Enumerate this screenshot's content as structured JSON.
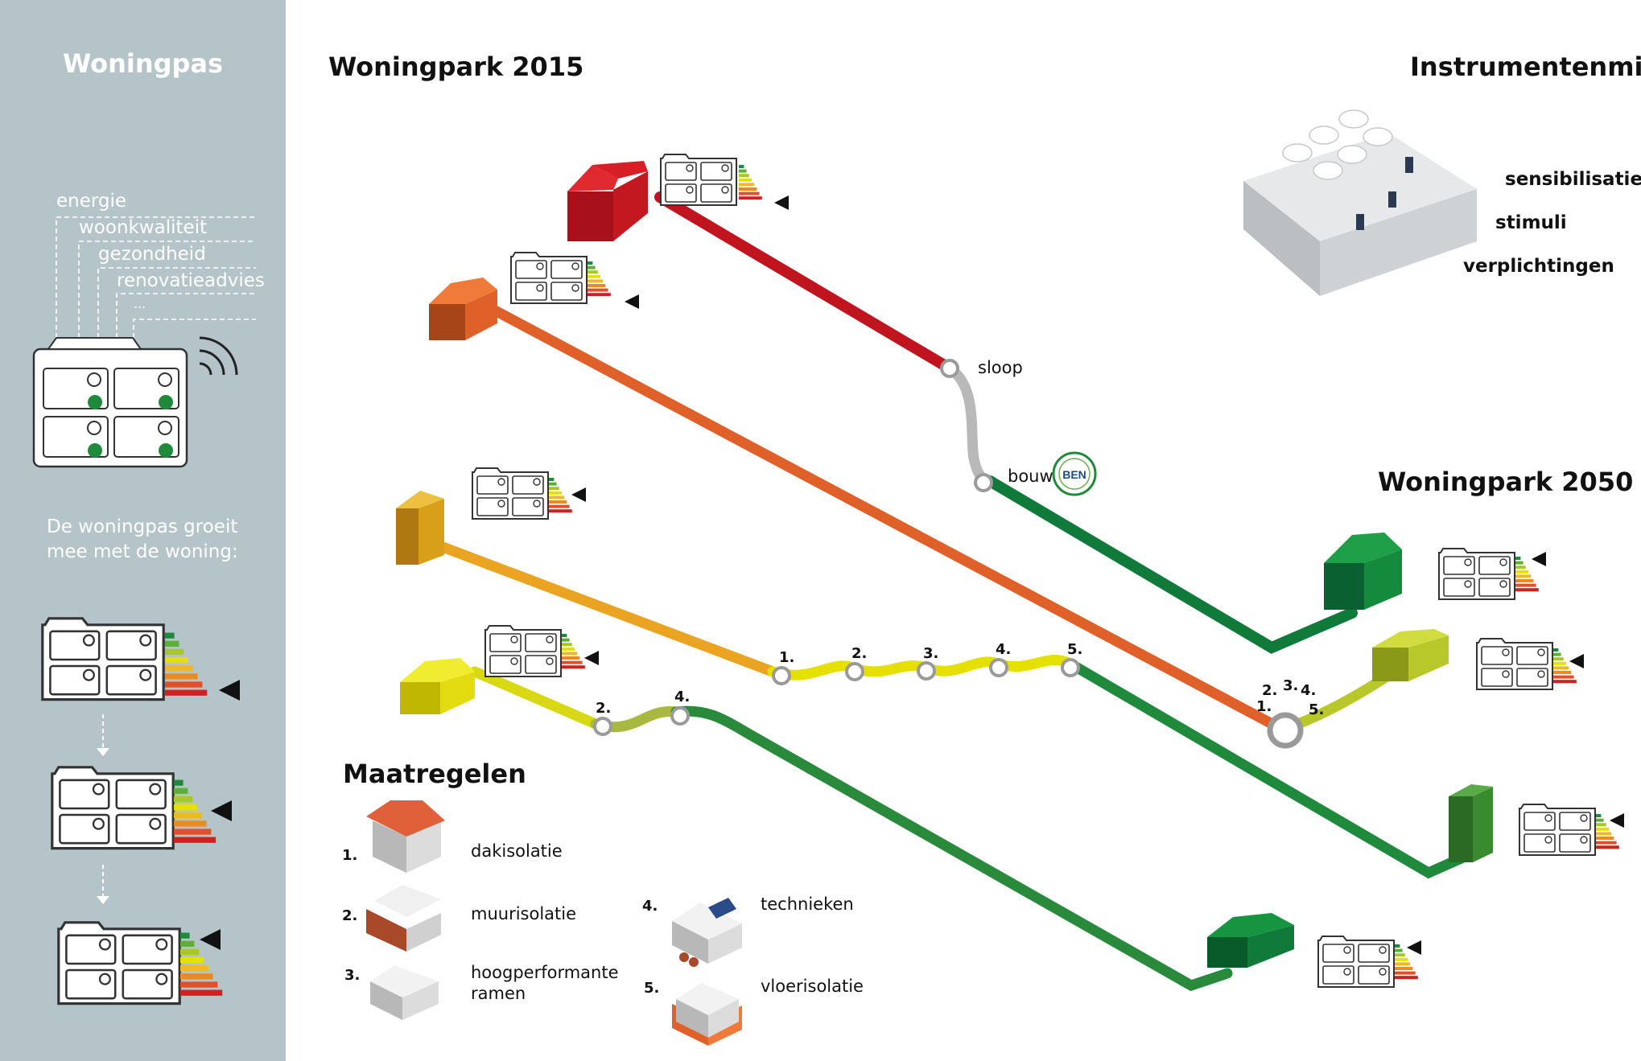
{
  "sidebar": {
    "title": "Woningpas",
    "labels": [
      "energie",
      "woonkwaliteit",
      "gezondheid",
      "renovatieadvies",
      "..."
    ],
    "growth_text": "De woningpas groeit mee met de woning:"
  },
  "titles": {
    "park_2015": "Woningpark 2015",
    "instruments": "Instrumentenmix",
    "park_2050": "Woningpark 2050",
    "measures": "Maatregelen"
  },
  "instruments": [
    "sensibilisatie",
    "stimuli",
    "verplichtingen"
  ],
  "path_labels": {
    "sloop": "sloop",
    "bouw": "bouw",
    "badge": "BEN"
  },
  "step_numbers": {
    "yellow_path": [
      "1.",
      "2.",
      "3.",
      "4.",
      "5."
    ],
    "lime_path": [
      "2.",
      "4."
    ],
    "orange_path": [
      "1.",
      "2.",
      "3.",
      "4.",
      "5."
    ]
  },
  "measures": [
    {
      "num": "1.",
      "label": "dakisolatie"
    },
    {
      "num": "2.",
      "label": "muurisolatie"
    },
    {
      "num": "3.",
      "label": "hoogperformante ramen"
    },
    {
      "num": "4.",
      "label": "technieken"
    },
    {
      "num": "5.",
      "label": "vloerisolatie"
    }
  ],
  "colors": {
    "sidebar": "#b4c4c9",
    "red": "#c0151f",
    "orange": "#e0602a",
    "amber": "#eba322",
    "yellow": "#e6e000",
    "lime": "#b8c82a",
    "green": "#1f8a3c",
    "darkgreen": "#0f7a3a",
    "grey": "#a8a8a8"
  }
}
